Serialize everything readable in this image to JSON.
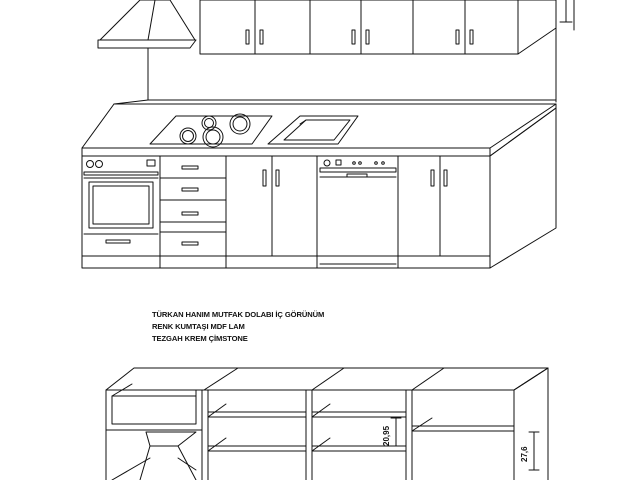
{
  "captions": {
    "line1": "TÜRKAN HANIM MUTFAK DOLABI İÇ GÖRÜNÜM",
    "line2": "RENK KUMTAŞI MDF LAM",
    "line3": "TEZGAH KREM ÇİMSTONE"
  },
  "dimensions": {
    "shelf_height": "20,95",
    "side_height": "27,6"
  },
  "colors": {
    "line": "#111111",
    "background": "#ffffff"
  }
}
